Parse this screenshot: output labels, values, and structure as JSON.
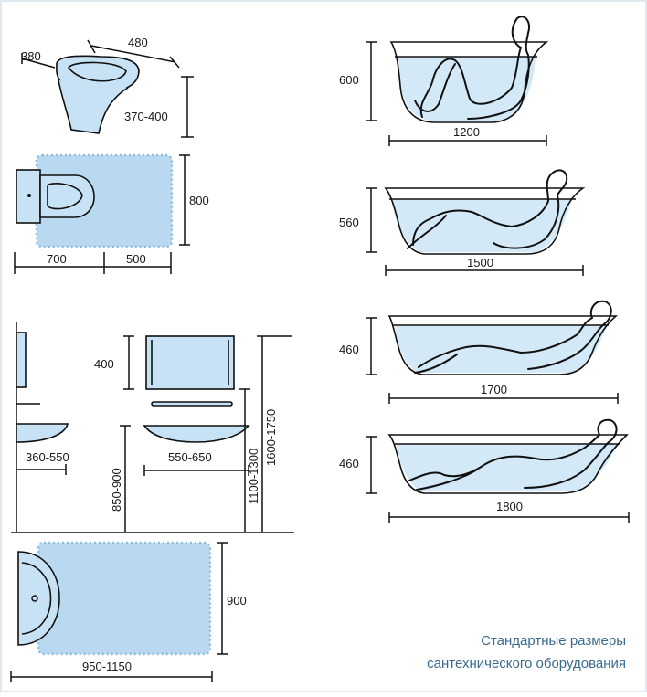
{
  "toilet": {
    "depth_label": "380",
    "width_label": "480",
    "height_label": "370-400",
    "zone_depth_label": "800",
    "front_label": "700",
    "side_label": "500"
  },
  "sink": {
    "wall_offset_label": "360-550",
    "mirror_height_label": "400",
    "width_label": "550-650",
    "rim_height_label": "850-900",
    "mirror_bottom_label": "1100-1300",
    "mirror_top_label": "1600-1750",
    "zone_depth_label": "900",
    "zone_width_label": "950-1150"
  },
  "baths": [
    {
      "height_label": "600",
      "length_label": "1200"
    },
    {
      "height_label": "560",
      "length_label": "1500"
    },
    {
      "height_label": "460",
      "length_label": "1700"
    },
    {
      "height_label": "460",
      "length_label": "1800"
    }
  ],
  "caption": {
    "line1": "Стандартные размеры",
    "line2": "сантехнического оборудования"
  },
  "colors": {
    "fixture_fill": "#c6e2f4",
    "zone_fill": "#b8d9f0",
    "caption": "#3a6b8c"
  }
}
